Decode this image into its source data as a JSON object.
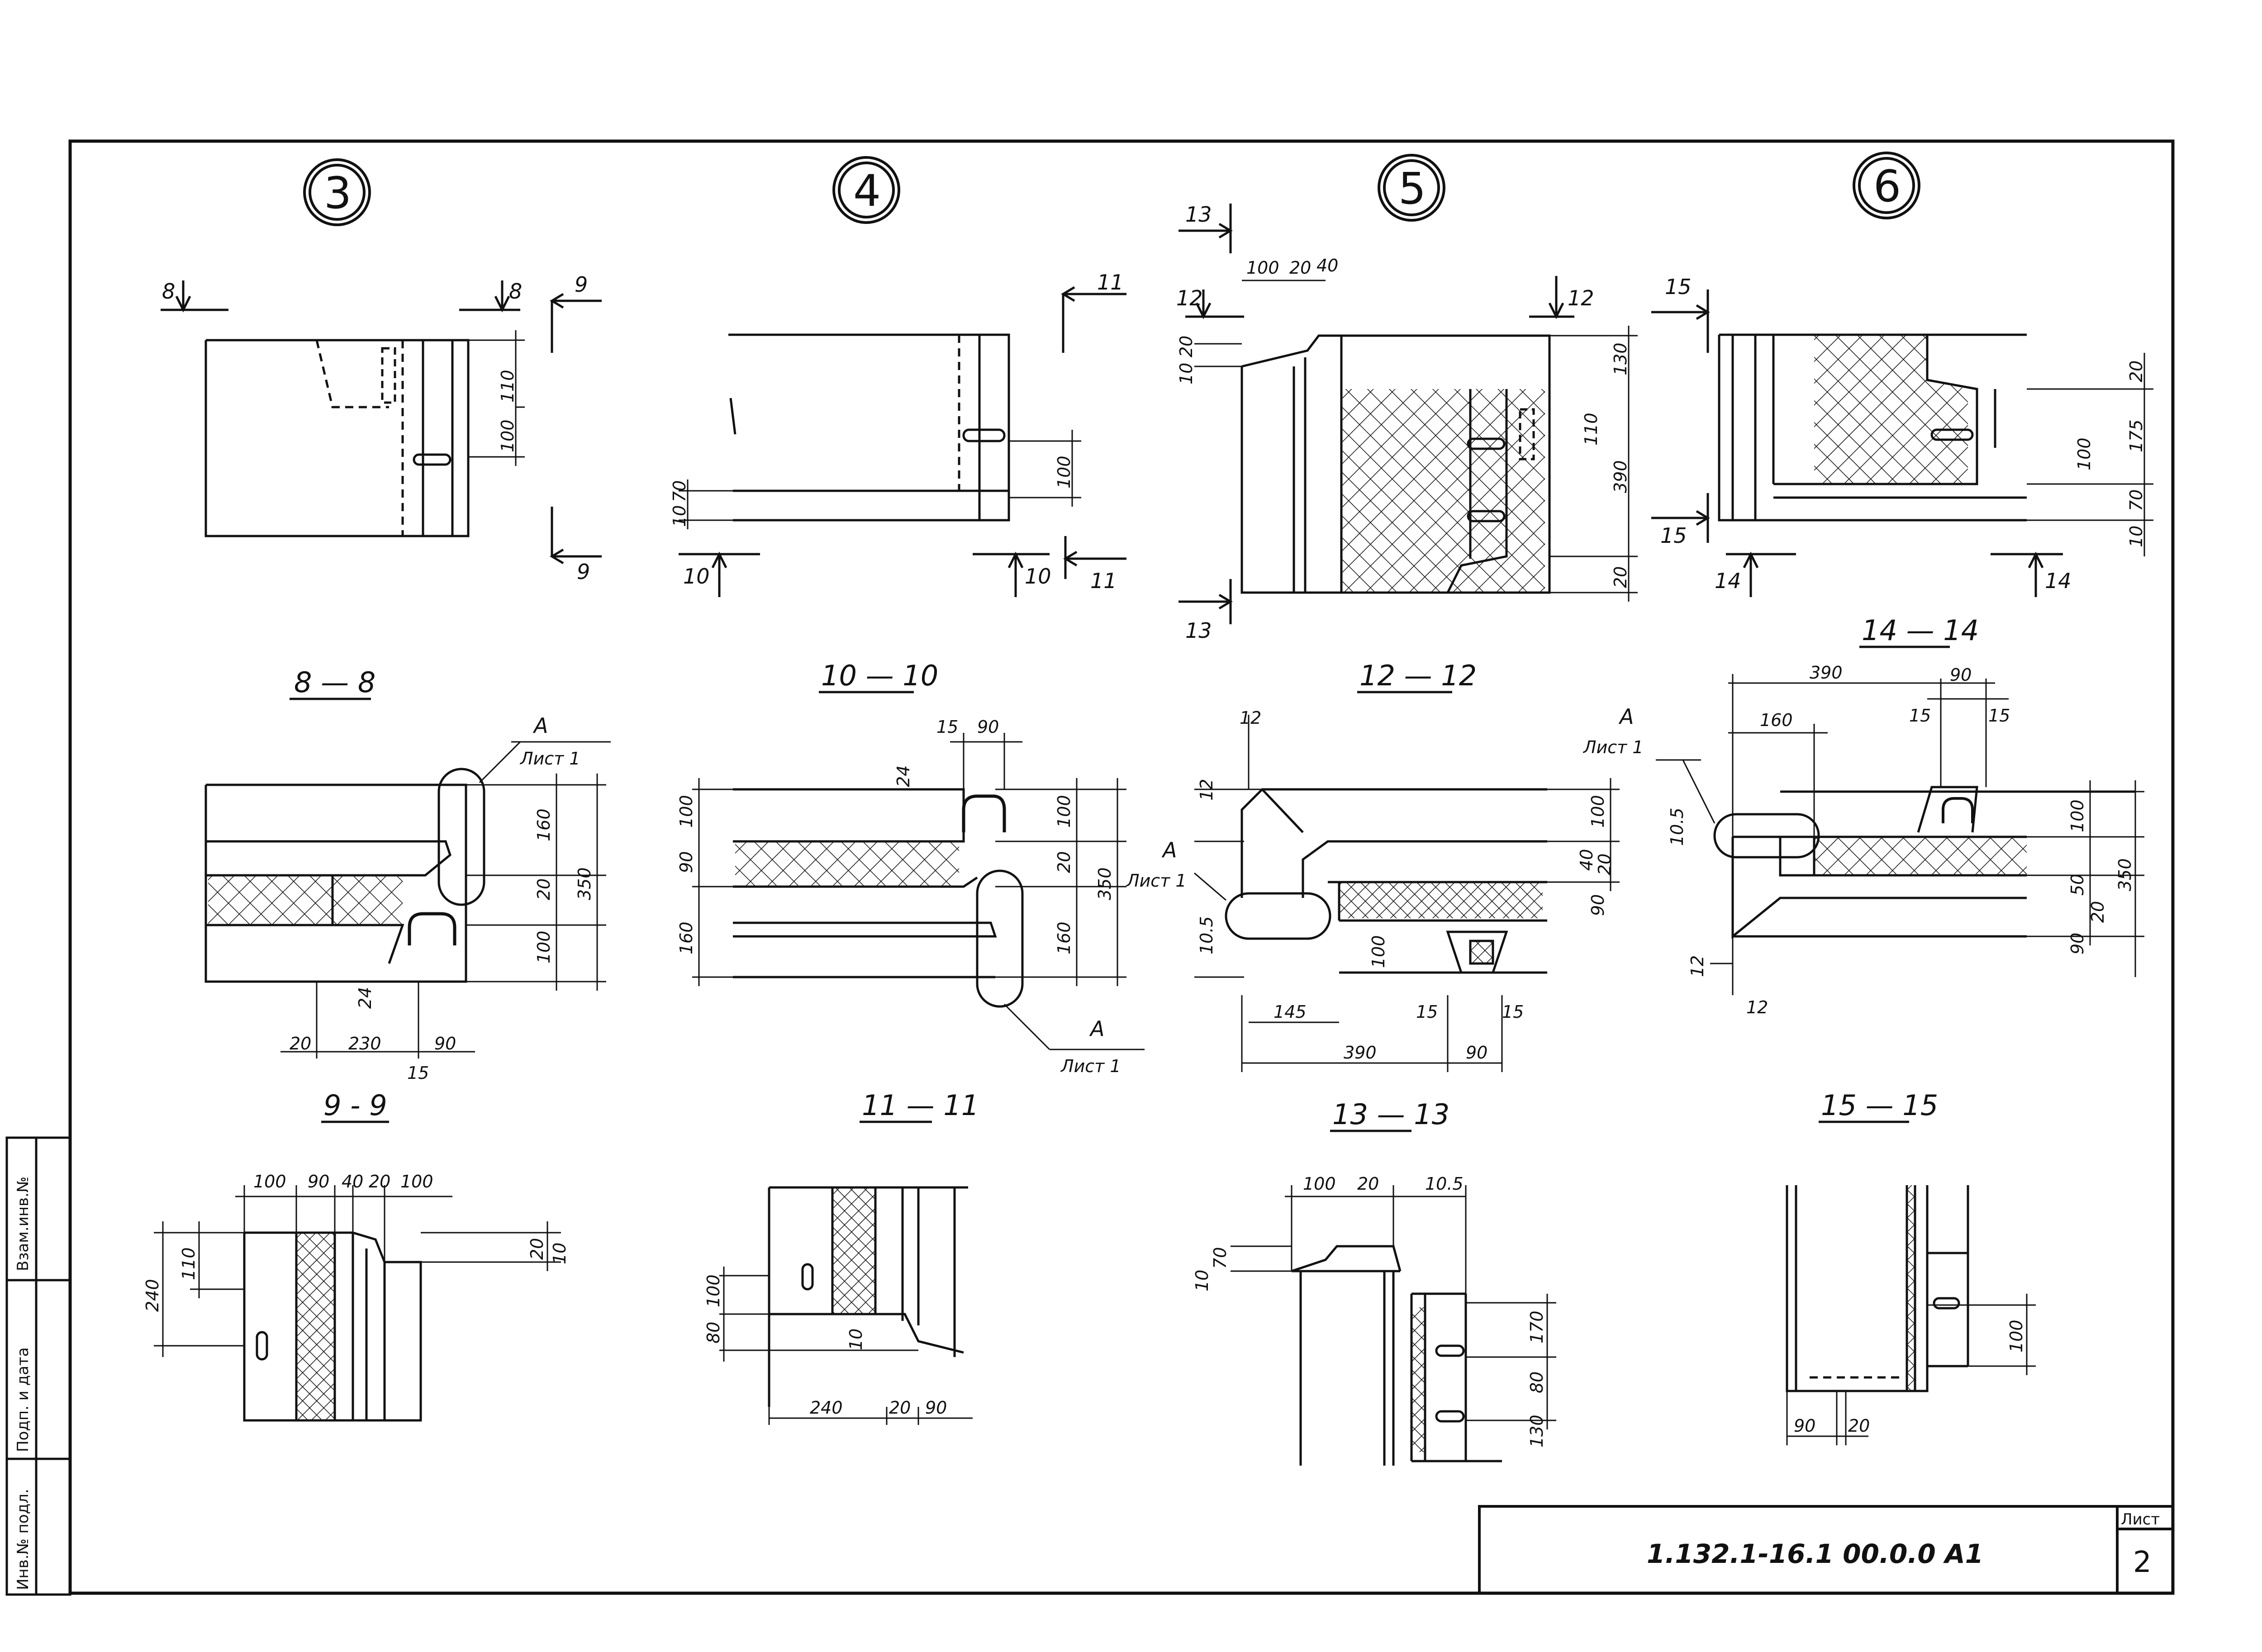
{
  "detail_numbers": [
    "3",
    "4",
    "5",
    "6"
  ],
  "cut_marks": {
    "d3": [
      "8",
      "8",
      "9",
      "9"
    ],
    "d4": [
      "11",
      "10",
      "10",
      "11"
    ],
    "d5": [
      "13",
      "12",
      "12",
      "13"
    ],
    "d6": [
      "15",
      "15",
      "14",
      "14"
    ]
  },
  "section_titles": [
    "8 — 8",
    "10 — 10",
    "12 — 12",
    "14 — 14",
    "9 - 9",
    "11 — 11",
    "13 — 13",
    "15 — 15"
  ],
  "callouts": {
    "a_letter": "А",
    "a_sheet": "Лист 1"
  },
  "dims": {
    "d3": [
      "110",
      "100"
    ],
    "d4": [
      "100",
      "10",
      "70"
    ],
    "d5": [
      "100",
      "20",
      "40",
      "20",
      "10",
      "130",
      "110",
      "390",
      "20"
    ],
    "d6": [
      "20",
      "100",
      "175",
      "70",
      "10"
    ],
    "s8": [
      "160",
      "20",
      "100",
      "350",
      "20",
      "24",
      "230",
      "90",
      "15"
    ],
    "s10": [
      "15",
      "90",
      "24",
      "100",
      "90",
      "160",
      "100",
      "20",
      "350",
      "160"
    ],
    "s12": [
      "12",
      "12",
      "100",
      "40",
      "20",
      "90",
      "10.5",
      "100",
      "145",
      "15",
      "15",
      "390",
      "90"
    ],
    "s14": [
      "390",
      "90",
      "160",
      "15",
      "15",
      "10.5",
      "100",
      "50",
      "20",
      "350",
      "90",
      "12",
      "12"
    ],
    "s9": [
      "100",
      "90",
      "40",
      "20",
      "100",
      "110",
      "240",
      "20",
      "10"
    ],
    "s11": [
      "100",
      "80",
      "10",
      "240",
      "20",
      "90"
    ],
    "s13": [
      "100",
      "20",
      "10.5",
      "10",
      "70",
      "170",
      "80",
      "130"
    ],
    "s15": [
      "100",
      "90",
      "20"
    ]
  },
  "side_stamp": [
    "Инв.№ подл.",
    "Подп. и дата",
    "Взам.инв.№"
  ],
  "title_block": {
    "code": "1.132.1-16.1 00.0.0 А1",
    "sheet_label": "Лист",
    "sheet_number": "2"
  },
  "colors": {
    "ink": "#111111",
    "paper": "#ffffff"
  }
}
